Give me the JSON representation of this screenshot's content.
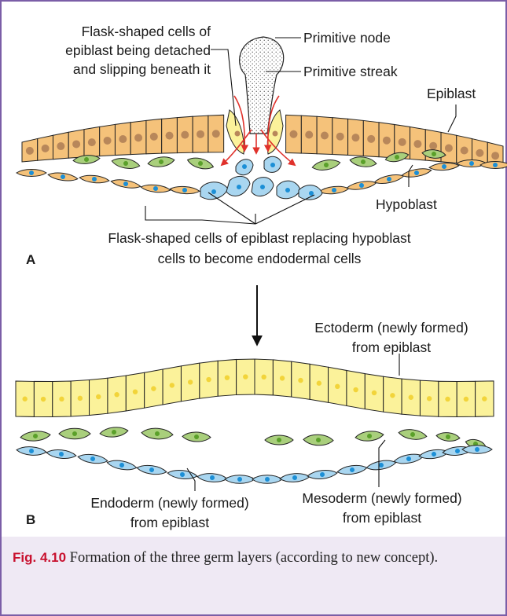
{
  "colors": {
    "frame": "#7b5ea7",
    "caption_band": "#efe9f4",
    "epiblast_fill": "#f5c27a",
    "epiblast_nucleus": "#b8875a",
    "ectoderm_fill": "#fbf29a",
    "ectoderm_nucleus": "#f2d43a",
    "mesoderm_fill": "#a9cf7c",
    "mesoderm_nucleus": "#5aa02a",
    "endoderm_fill": "#a9d6f0",
    "endoderm_nucleus": "#1c8fd6",
    "hypoblast_fill": "#f5c27a",
    "hypoblast_nucleus": "#1c8fd6",
    "arrow": "#e0312b",
    "caption_accent": "#c8102e"
  },
  "panel_a": {
    "letter": "A",
    "label_flask_top": [
      "Flask-shaped cells of",
      "epiblast being detached",
      "and slipping beneath it"
    ],
    "label_primitive_node": "Primitive node",
    "label_primitive_streak": "Primitive streak",
    "label_epiblast": "Epiblast",
    "label_hypoblast": "Hypoblast",
    "label_flask_bottom": [
      "Flask-shaped cells of epiblast replacing hypoblast",
      "cells to become endodermal cells"
    ]
  },
  "panel_b": {
    "letter": "B",
    "label_ectoderm": [
      "Ectoderm (newly formed)",
      "from epiblast"
    ],
    "label_endoderm": [
      "Endoderm (newly formed)",
      "from epiblast"
    ],
    "label_mesoderm": [
      "Mesoderm (newly formed)",
      "from epiblast"
    ]
  },
  "caption": {
    "fig_number": "Fig. 4.10",
    "text": "Formation of the three germ layers (according to new concept)."
  }
}
